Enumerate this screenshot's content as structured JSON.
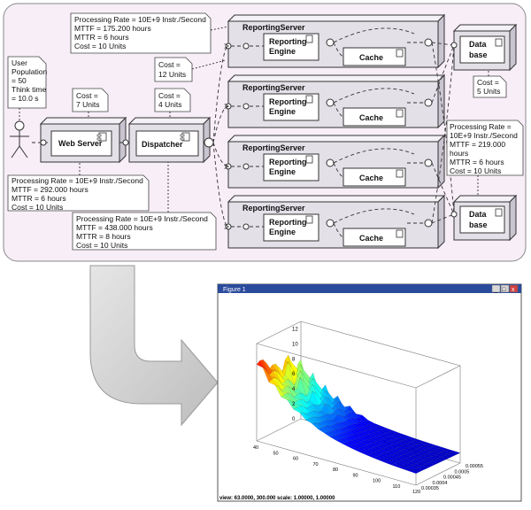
{
  "diagram": {
    "user_note": [
      "User",
      "Population",
      "= 50",
      "Think time",
      "= 10.0 s"
    ],
    "web_server": {
      "label": "Web Server",
      "cost_note": [
        "Cost =",
        "7 Units"
      ]
    },
    "dispatcher": {
      "label": "Dispatcher",
      "cost_note": [
        "Cost =",
        "4 Units"
      ]
    },
    "reporting_servers": [
      {
        "title": "ReportingServer",
        "engine": [
          "Reporting",
          "Engine"
        ],
        "cache": "Cache"
      },
      {
        "title": "ReportingServer",
        "engine": [
          "Reporting",
          "Engine"
        ],
        "cache": "Cache"
      },
      {
        "title": "ReportingServer",
        "engine": [
          "Reporting",
          "Engine"
        ],
        "cache": "Cache"
      },
      {
        "title": "ReportingServer",
        "engine": [
          "Reporting",
          "Engine"
        ],
        "cache": "Cache"
      }
    ],
    "databases": [
      {
        "label": [
          "Data",
          "base"
        ]
      },
      {
        "label": [
          "Data",
          "base"
        ]
      }
    ],
    "notes": {
      "top_server": [
        "Processing Rate = 10E+9 Instr./Second",
        "MTTF = 175.200 hours",
        "MTTR = 6 hours",
        "Cost = 10 Units"
      ],
      "server_cost": [
        "Cost =",
        "12 Units"
      ],
      "db_cost": [
        "Cost =",
        "5 Units"
      ],
      "web_server": [
        "Processing Rate = 10E+9 Instr./Second",
        "MTTF = 292.000 hours",
        "MTTR = 6 hours",
        "Cost = 10 Units"
      ],
      "dispatcher": [
        "Processing Rate = 10E+9 Instr./Second",
        "MTTF = 438.000 hours",
        "MTTR = 8 hours",
        "Cost = 10 Units"
      ],
      "database": [
        "Processing Rate =",
        "10E+9 Instr./Second",
        "MTTF = 219.000",
        "hours",
        "MTTR = 6 hours",
        "Cost = 10 Units"
      ]
    }
  },
  "figure": {
    "window_title": "Figure 1",
    "status_bar": "view: 63.0000, 300.000   scale: 1.00000, 1.00000",
    "window_buttons": [
      "_",
      "□",
      "x"
    ],
    "chart_data": {
      "type": "surface",
      "z_ticks": [
        "0",
        "2",
        "4",
        "6",
        "8",
        "10",
        "12"
      ],
      "x_ticks": [
        "40",
        "50",
        "60",
        "70",
        "80",
        "90",
        "100",
        "110",
        "120"
      ],
      "y_ticks": [
        "0.00035",
        "0.0004",
        "0.00045",
        "0.0005",
        "0.00055"
      ],
      "zlim": [
        0,
        13
      ],
      "colormap": [
        "#00008f",
        "#0000ff",
        "#00ffff",
        "#ffff00",
        "#ff0000",
        "#800000"
      ]
    }
  },
  "colors": {
    "accent_arrow": "#c8c8c8",
    "diagram_bg": "#f7eef7"
  }
}
